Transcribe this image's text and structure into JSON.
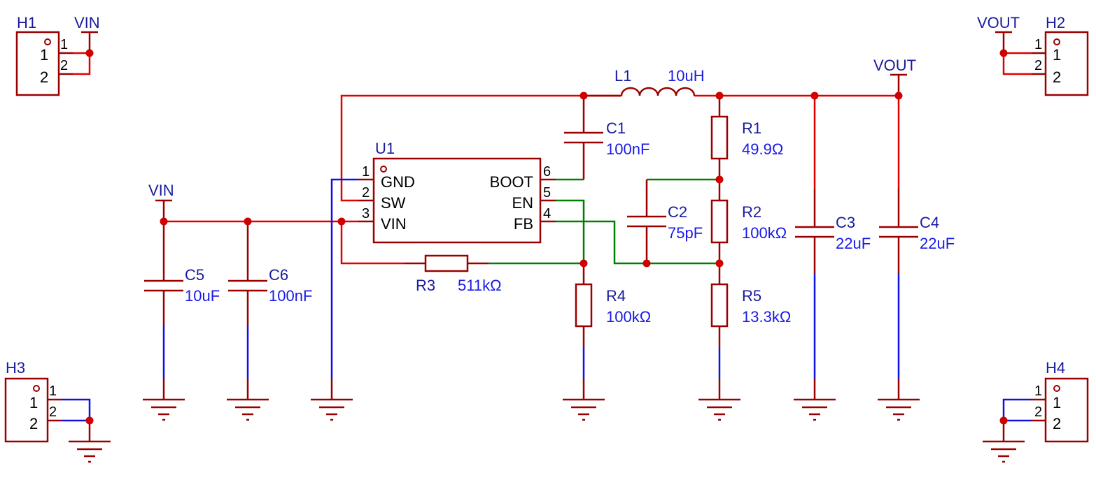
{
  "colors": {
    "component": "#9b0000",
    "net_power": "#e00000",
    "net_signal": "#008000",
    "net_ground": "#1010e0",
    "designator": "#1a1a9e",
    "value": "#1a1ae6"
  },
  "headers": [
    {
      "ref": "H1",
      "net": "VIN",
      "pin1": "1",
      "pin2": "2",
      "lead1": "1",
      "lead2": "2"
    },
    {
      "ref": "H2",
      "net": "VOUT",
      "pin1": "1",
      "pin2": "2",
      "lead1": "1",
      "lead2": "2"
    },
    {
      "ref": "H3",
      "pin1": "1",
      "pin2": "2",
      "lead1": "1",
      "lead2": "2"
    },
    {
      "ref": "H4",
      "pin1": "1",
      "pin2": "2",
      "lead1": "1",
      "lead2": "2"
    }
  ],
  "ic": {
    "ref": "U1",
    "pins": [
      {
        "num": "1",
        "name": "GND"
      },
      {
        "num": "2",
        "name": "SW"
      },
      {
        "num": "3",
        "name": "VIN"
      },
      {
        "num": "6",
        "name": "BOOT"
      },
      {
        "num": "5",
        "name": "EN"
      },
      {
        "num": "4",
        "name": "FB"
      }
    ]
  },
  "components": {
    "L1": {
      "ref": "L1",
      "value": "10uH"
    },
    "C1": {
      "ref": "C1",
      "value": "100nF"
    },
    "C2": {
      "ref": "C2",
      "value": "75pF"
    },
    "C3": {
      "ref": "C3",
      "value": "22uF"
    },
    "C4": {
      "ref": "C4",
      "value": "22uF"
    },
    "C5": {
      "ref": "C5",
      "value": "10uF"
    },
    "C6": {
      "ref": "C6",
      "value": "100nF"
    },
    "R1": {
      "ref": "R1",
      "value": "49.9Ω"
    },
    "R2": {
      "ref": "R2",
      "value": "100kΩ"
    },
    "R3": {
      "ref": "R3",
      "value": "511kΩ"
    },
    "R4": {
      "ref": "R4",
      "value": "100kΩ"
    },
    "R5": {
      "ref": "R5",
      "value": "13.3kΩ"
    }
  },
  "nets": {
    "vin": "VIN",
    "vout": "VOUT"
  }
}
